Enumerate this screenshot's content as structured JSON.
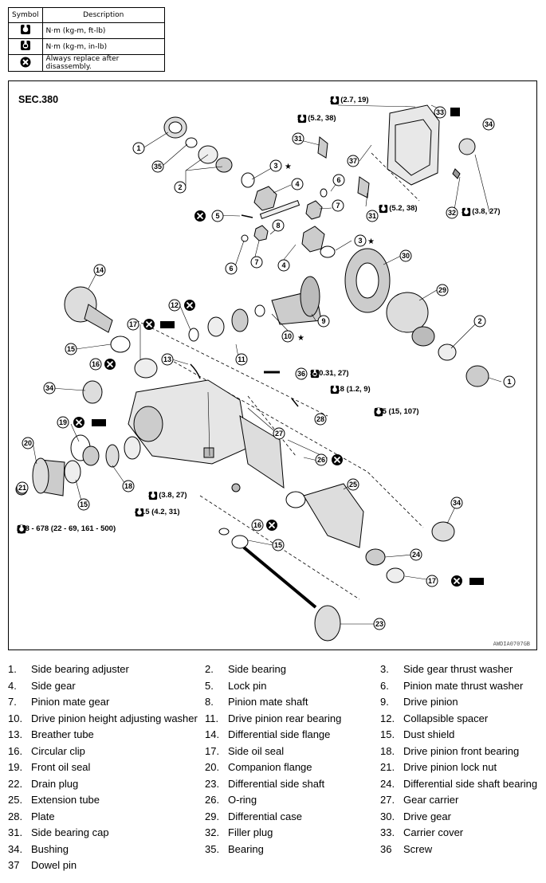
{
  "symbol_table": {
    "header_symbol": "Symbol",
    "header_description": "Description",
    "rows": [
      {
        "icon": "torque-wrench-icon",
        "description": "N·m (kg-m, ft-lb)"
      },
      {
        "icon": "torque-wrench-inlb-icon",
        "description": "N·m (kg-m, in-lb)"
      },
      {
        "icon": "replace-icon",
        "description": "Always replace after disassembly."
      }
    ]
  },
  "diagram": {
    "section": "SEC.380",
    "code": "AWDIA0707GB",
    "torques": {
      "t26": "26 (2.7, 19)",
      "t51a": "51 (5.2, 38)",
      "t51b": "51 (5.2, 38)",
      "t37a": "37 (3.8, 27)",
      "t3": "3 (0.31, 27)",
      "t118": "11.8 (1.2, 9)",
      "t145": "145 (15, 107)",
      "t37b": "37 (3.8, 27)",
      "t415": "41.5 (4.2, 31)",
      "t218": "218 - 678 (22 - 69, 161 - 500)"
    }
  },
  "legend": [
    {
      "num": "1.",
      "name": "Side bearing adjuster"
    },
    {
      "num": "2.",
      "name": "Side bearing"
    },
    {
      "num": "3.",
      "name": "Side gear thrust washer"
    },
    {
      "num": "4.",
      "name": "Side gear"
    },
    {
      "num": "5.",
      "name": "Lock pin"
    },
    {
      "num": "6.",
      "name": "Pinion mate thrust washer"
    },
    {
      "num": "7.",
      "name": "Pinion mate gear"
    },
    {
      "num": "8.",
      "name": "Pinion mate shaft"
    },
    {
      "num": "9.",
      "name": "Drive pinion"
    },
    {
      "num": "10.",
      "name": "Drive pinion height adjusting washer"
    },
    {
      "num": "11.",
      "name": "Drive pinion rear bearing"
    },
    {
      "num": "12.",
      "name": "Collapsible spacer"
    },
    {
      "num": "13.",
      "name": "Breather tube"
    },
    {
      "num": "14.",
      "name": "Differential side flange"
    },
    {
      "num": "15.",
      "name": "Dust shield"
    },
    {
      "num": "16.",
      "name": "Circular clip"
    },
    {
      "num": "17.",
      "name": "Side oil seal"
    },
    {
      "num": "18.",
      "name": "Drive pinion front bearing"
    },
    {
      "num": "19.",
      "name": "Front oil seal"
    },
    {
      "num": "20.",
      "name": "Companion flange"
    },
    {
      "num": "21.",
      "name": "Drive pinion lock nut"
    },
    {
      "num": "22.",
      "name": "Drain plug"
    },
    {
      "num": "23.",
      "name": "Differential side shaft"
    },
    {
      "num": "24.",
      "name": "Differential side shaft bearing"
    },
    {
      "num": "25.",
      "name": "Extension tube"
    },
    {
      "num": "26.",
      "name": "O-ring"
    },
    {
      "num": "27.",
      "name": "Gear carrier"
    },
    {
      "num": "28.",
      "name": "Plate"
    },
    {
      "num": "29.",
      "name": "Differential case"
    },
    {
      "num": "30.",
      "name": "Drive gear"
    },
    {
      "num": "31.",
      "name": "Side bearing cap"
    },
    {
      "num": "32.",
      "name": "Filler plug"
    },
    {
      "num": "33.",
      "name": "Carrier cover"
    },
    {
      "num": "34.",
      "name": "Bushing"
    },
    {
      "num": "35.",
      "name": "Bearing"
    },
    {
      "num": "36",
      "name": "Screw"
    },
    {
      "num": "37",
      "name": "Dowel pin"
    }
  ]
}
